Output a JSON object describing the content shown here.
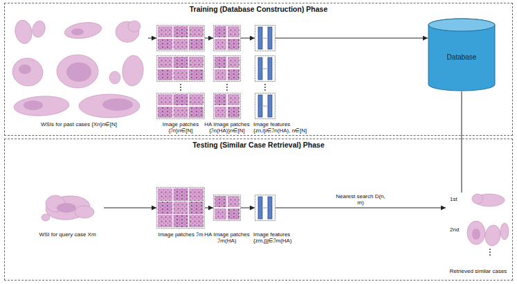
{
  "diagram": {
    "nodes": [
      {
        "text": [
          "Training (Database Construction) Phase"
        ]
      },
      {
        "text": [
          "WSIs for past cases {Xn}n∈[N]"
        ],
        "in": 0
      },
      {
        "text": [
          "Image patches {ℐn}n∈[N]"
        ],
        "in": 0
      },
      {
        "text": [
          "HA Image patches {ℐn(HA)}n∈[N]"
        ],
        "in": 0
      },
      {
        "text": [
          "Image features {zn,i}i∈ℐn(HA), n∈[N]"
        ],
        "in": 0
      },
      {
        "text": [
          "Database"
        ],
        "in": 0
      },
      {
        "text": [
          "Testing (Similar Case Retrieval) Phase"
        ]
      },
      {
        "text": [
          "WSI for query case Xm"
        ],
        "in": 6
      },
      {
        "text": [
          "Image patches ℐm"
        ],
        "in": 6
      },
      {
        "text": [
          "HA Image patches ℐm(HA)"
        ],
        "in": 6
      },
      {
        "text": [
          "Image features {zm,j}j∈ℐm(HA)"
        ],
        "in": 6
      },
      {
        "text": [
          "Retrieved similar cases"
        ],
        "in": 6
      }
    ],
    "edges": [
      {
        "from": 1,
        "to": 2,
        "arrow": "to"
      },
      {
        "from": 2,
        "to": 3,
        "arrow": "to"
      },
      {
        "from": 3,
        "to": 4,
        "arrow": "to"
      },
      {
        "from": 4,
        "to": 5,
        "arrow": "to"
      },
      {
        "from": 7,
        "to": 8,
        "arrow": "to"
      },
      {
        "from": 8,
        "to": 9,
        "arrow": "to"
      },
      {
        "from": 9,
        "to": 10,
        "arrow": "to"
      },
      {
        "from": 10,
        "to": 11,
        "label": "Nearest search D(n, m)",
        "arrow": "to"
      },
      {
        "from": 5,
        "to": 11,
        "arrow": "none"
      }
    ],
    "labels": [
      "1st",
      "2nd"
    ]
  }
}
